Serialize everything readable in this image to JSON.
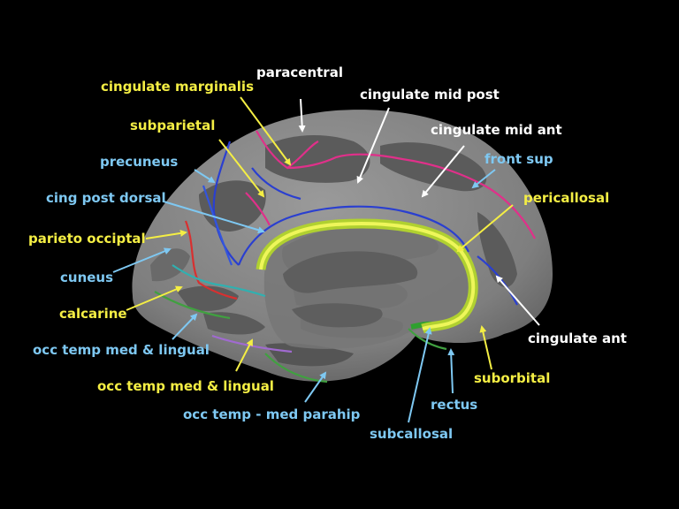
{
  "colors": {
    "background": "#000000",
    "cortex": "#8f8f8f",
    "sulcus": "#5b5b5b",
    "yellow": "#f4ee44",
    "blue": "#7ec8f2",
    "white": "#ffffff",
    "pericallosal": "#d6f24a",
    "magenta": "#e0308a",
    "navy": "#2a3fd0",
    "green": "#3a8a3a"
  },
  "labels": [
    {
      "id": "paracentral",
      "text": "paracentral",
      "color": "white"
    },
    {
      "id": "cingulate-marginalis",
      "text": "cingulate marginalis",
      "color": "yellow"
    },
    {
      "id": "cingulate-mid-post",
      "text": "cingulate mid post",
      "color": "white"
    },
    {
      "id": "subparietal",
      "text": "subparietal",
      "color": "yellow"
    },
    {
      "id": "cingulate-mid-ant",
      "text": "cingulate mid ant",
      "color": "white"
    },
    {
      "id": "precuneus",
      "text": "precuneus",
      "color": "blue"
    },
    {
      "id": "front-sup",
      "text": "front sup",
      "color": "blue"
    },
    {
      "id": "cing-post-dorsal",
      "text": "cing post dorsal",
      "color": "blue"
    },
    {
      "id": "pericallosal",
      "text": "pericallosal",
      "color": "yellow"
    },
    {
      "id": "parieto-occiptal",
      "text": "parieto occiptal",
      "color": "yellow"
    },
    {
      "id": "cuneus",
      "text": "cuneus",
      "color": "blue"
    },
    {
      "id": "calcarine",
      "text": "calcarine",
      "color": "yellow"
    },
    {
      "id": "cingulate-ant",
      "text": "cingulate ant",
      "color": "white"
    },
    {
      "id": "occ-temp-med-lingual-1",
      "text": "occ temp med & lingual",
      "color": "blue"
    },
    {
      "id": "suborbital",
      "text": "suborbital",
      "color": "yellow"
    },
    {
      "id": "occ-temp-med-lingual-2",
      "text": "occ temp med & lingual",
      "color": "yellow"
    },
    {
      "id": "rectus",
      "text": "rectus",
      "color": "blue"
    },
    {
      "id": "occ-temp-med-parahip",
      "text": "occ temp - med parahip",
      "color": "blue"
    },
    {
      "id": "subcallosal",
      "text": "subcallosal",
      "color": "blue"
    }
  ]
}
